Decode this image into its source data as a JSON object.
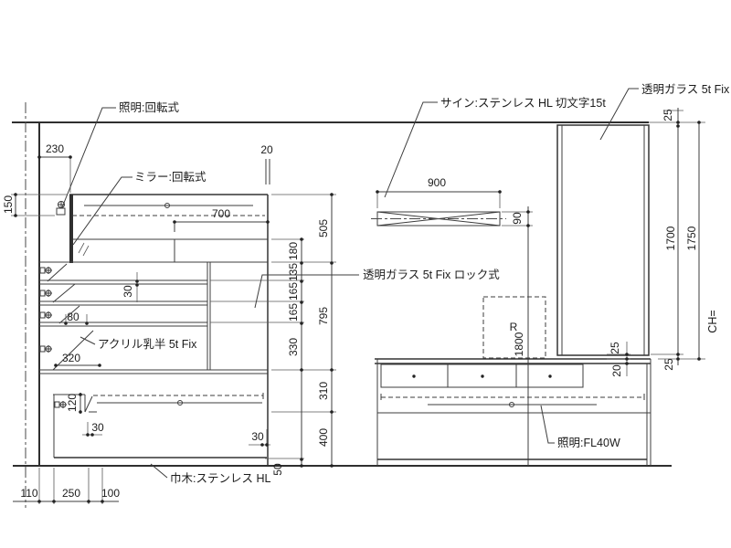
{
  "drawing": {
    "type": "interior-elevation-cad-drawing",
    "labels": {
      "light_rotary": "照明:回転式",
      "mirror_rotary": "ミラー:回転式",
      "acrylic": "アクリル乳半 5t Fix",
      "skirting": "巾木:ステンレス HL",
      "sign": "サイン:ステンレス HL 切文字15t",
      "glass_fix": "透明ガラス 5t Fix",
      "glass_lock": "透明ガラス 5t Fix ロック式",
      "light_fl": "照明:FL40W",
      "ceiling_height": "CH=",
      "radius_prefix": "R",
      "radius_value": "1800"
    },
    "dimensions": {
      "d230": "230",
      "d150": "150",
      "d700": "700",
      "d20": "20",
      "d30_shelf": "30",
      "d80": "80",
      "d320": "320",
      "d120": "120",
      "d30_left": "30",
      "d30_right": "30",
      "d110": "110",
      "d250": "250",
      "d100": "100",
      "d180": "180",
      "d135": "135",
      "d165a": "165",
      "d165b": "165",
      "d330": "330",
      "d50": "50",
      "d505": "505",
      "d795": "795",
      "d310": "310",
      "d400": "400",
      "d900": "900",
      "d90": "90",
      "d25_top": "25",
      "d1700": "1700",
      "d1750": "1750",
      "d25_bottom": "25",
      "d25_glass": "25",
      "d20_counter": "20"
    }
  }
}
